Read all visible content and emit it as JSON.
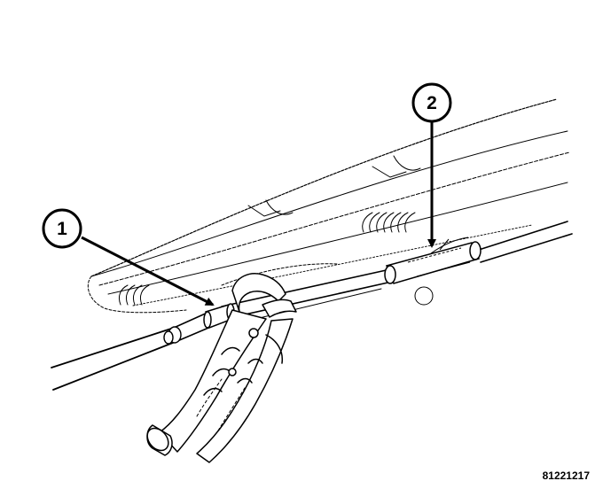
{
  "callouts": [
    {
      "id": "1",
      "label": "1"
    },
    {
      "id": "2",
      "label": "2"
    }
  ],
  "figure_id": "81221217",
  "colors": {
    "ink": "#000000",
    "paper": "#ffffff"
  }
}
